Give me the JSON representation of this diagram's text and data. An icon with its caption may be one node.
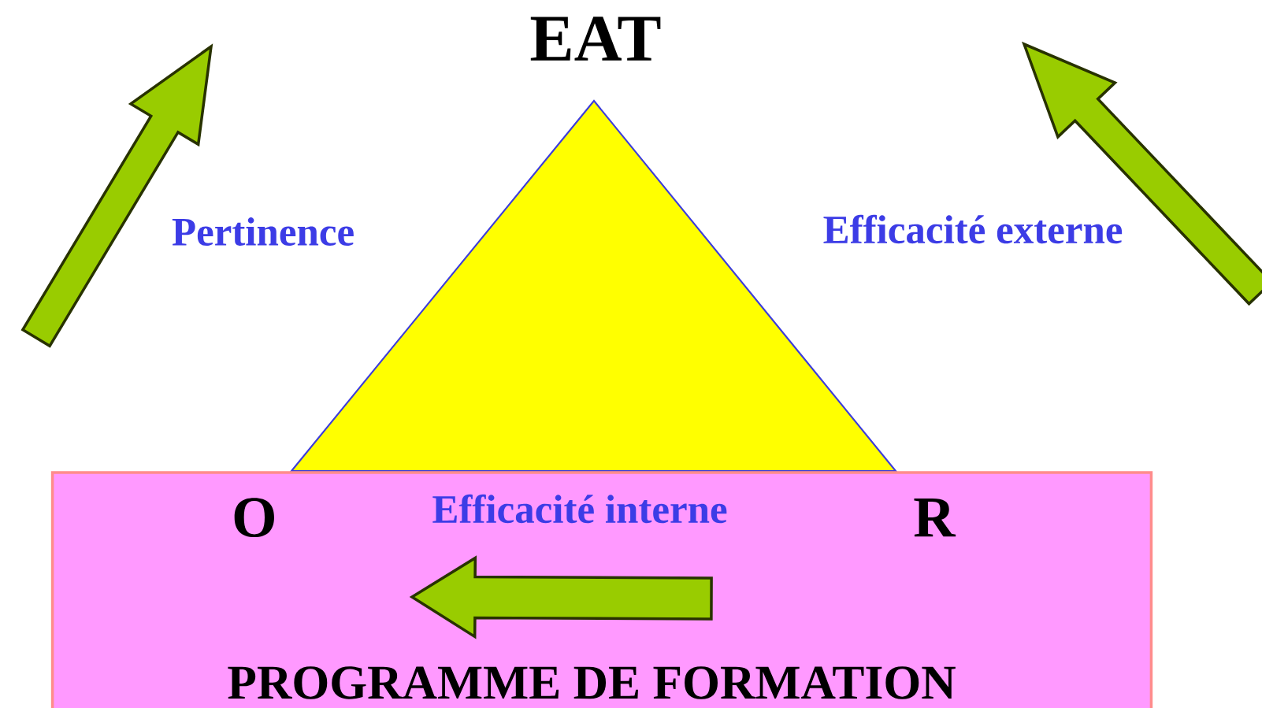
{
  "diagram": {
    "nodes": [
      {
        "text": [
          "EAT"
        ]
      },
      {
        "text": [],
        "shape": "triangle"
      },
      {
        "text": [
          "PROGRAMME DE FORMATION"
        ]
      },
      {
        "text": [
          "O"
        ],
        "in": 2
      },
      {
        "text": [
          "R"
        ],
        "in": 2
      }
    ],
    "labels": [
      "Pertinence",
      "Efficacité externe",
      "Efficacité interne"
    ]
  }
}
